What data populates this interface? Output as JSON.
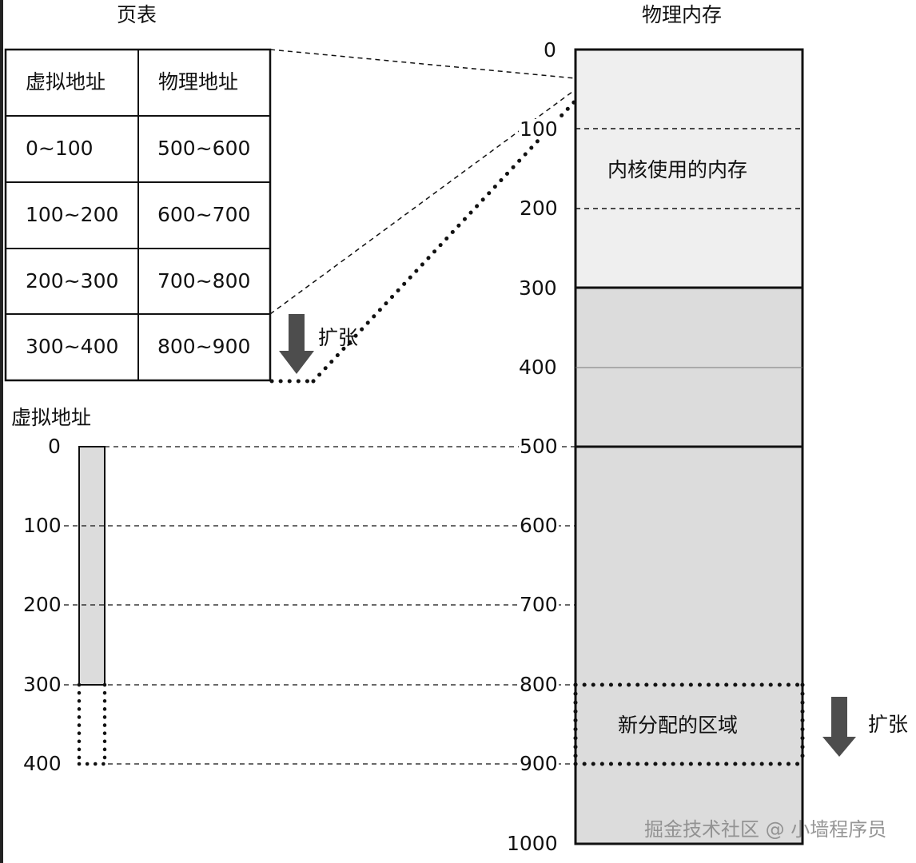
{
  "page_table": {
    "title": "页表",
    "headers": [
      "虚拟地址",
      "物理地址"
    ],
    "rows": [
      [
        "0~100",
        "500~600"
      ],
      [
        "100~200",
        "600~700"
      ],
      [
        "200~300",
        "700~800"
      ],
      [
        "300~400",
        "800~900"
      ]
    ],
    "expand_label": "扩张"
  },
  "virtual_address": {
    "title": "虚拟地址",
    "ticks": [
      "0",
      "100",
      "200",
      "300",
      "400"
    ]
  },
  "physical_memory": {
    "title": "物理内存",
    "ticks": [
      "0",
      "100",
      "200",
      "300",
      "400",
      "500",
      "600",
      "700",
      "800",
      "900",
      "1000"
    ],
    "kernel_label": "内核使用的内存",
    "new_region_label": "新分配的区域",
    "expand_label": "扩张"
  },
  "watermark": "掘金技术社区 @ 小墙程序员",
  "colors": {
    "kernel_fill": "#efefef",
    "memory_fill": "#dcdcdc",
    "virtual_fill": "#dcdcdc",
    "arrow": "#4d4d4d",
    "line": "#111111"
  }
}
